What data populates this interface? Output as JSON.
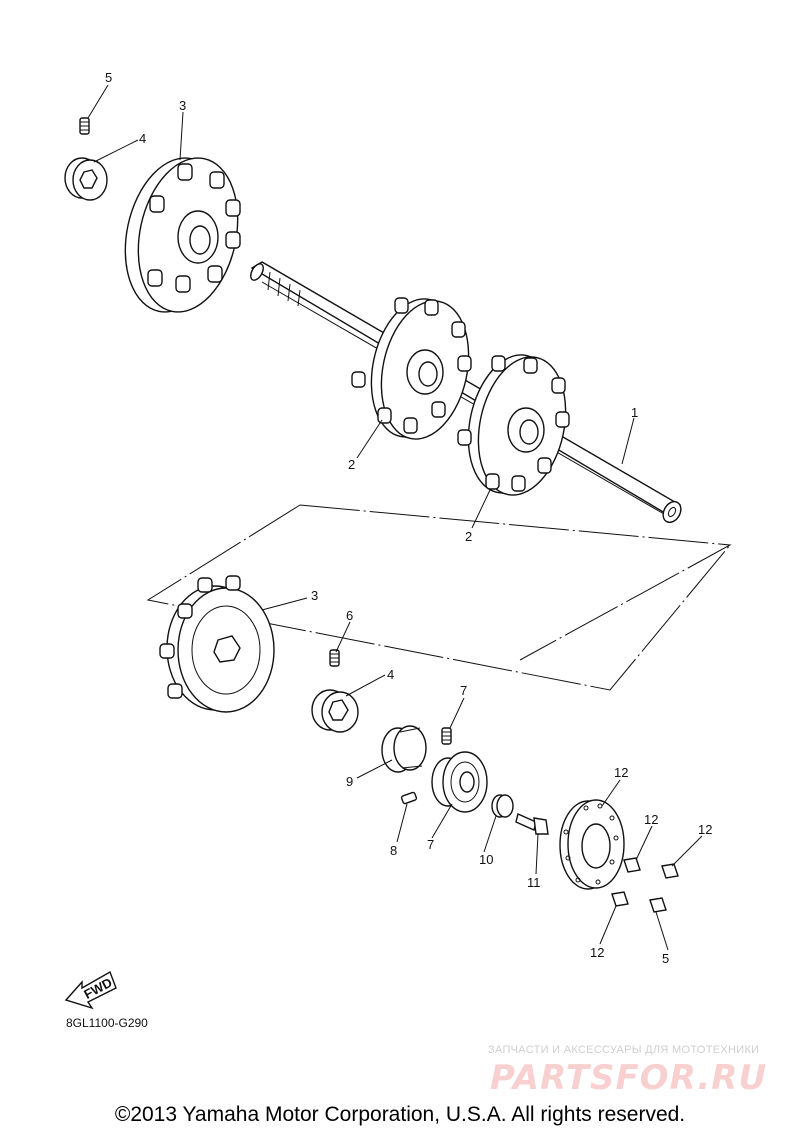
{
  "diagram": {
    "callouts": [
      {
        "id": "c1",
        "label": "1"
      },
      {
        "id": "c2a",
        "label": "2"
      },
      {
        "id": "c2b",
        "label": "2"
      },
      {
        "id": "c3a",
        "label": "3"
      },
      {
        "id": "c3b",
        "label": "3"
      },
      {
        "id": "c4a",
        "label": "4"
      },
      {
        "id": "c4b",
        "label": "4"
      },
      {
        "id": "c5a",
        "label": "5"
      },
      {
        "id": "c5b",
        "label": "5"
      },
      {
        "id": "c6",
        "label": "6"
      },
      {
        "id": "c7a",
        "label": "7"
      },
      {
        "id": "c7b",
        "label": "7"
      },
      {
        "id": "c8",
        "label": "8"
      },
      {
        "id": "c9",
        "label": "9"
      },
      {
        "id": "c10",
        "label": "10"
      },
      {
        "id": "c11",
        "label": "11"
      },
      {
        "id": "c12a",
        "label": "12"
      },
      {
        "id": "c12b",
        "label": "12"
      },
      {
        "id": "c12c",
        "label": "12"
      },
      {
        "id": "c12d",
        "label": "12"
      }
    ],
    "fwd_label": "FWD",
    "code": "8GL1100-G290"
  },
  "watermark": {
    "tagline": "ЗАПЧАСТИ И АКСЕССУАРЫ ДЛЯ МОТОТЕХНИКИ",
    "logo": "PARTSFOR.RU"
  },
  "footer": {
    "copyright": "©2013 Yamaha Motor Corporation, U.S.A. All rights reserved."
  }
}
